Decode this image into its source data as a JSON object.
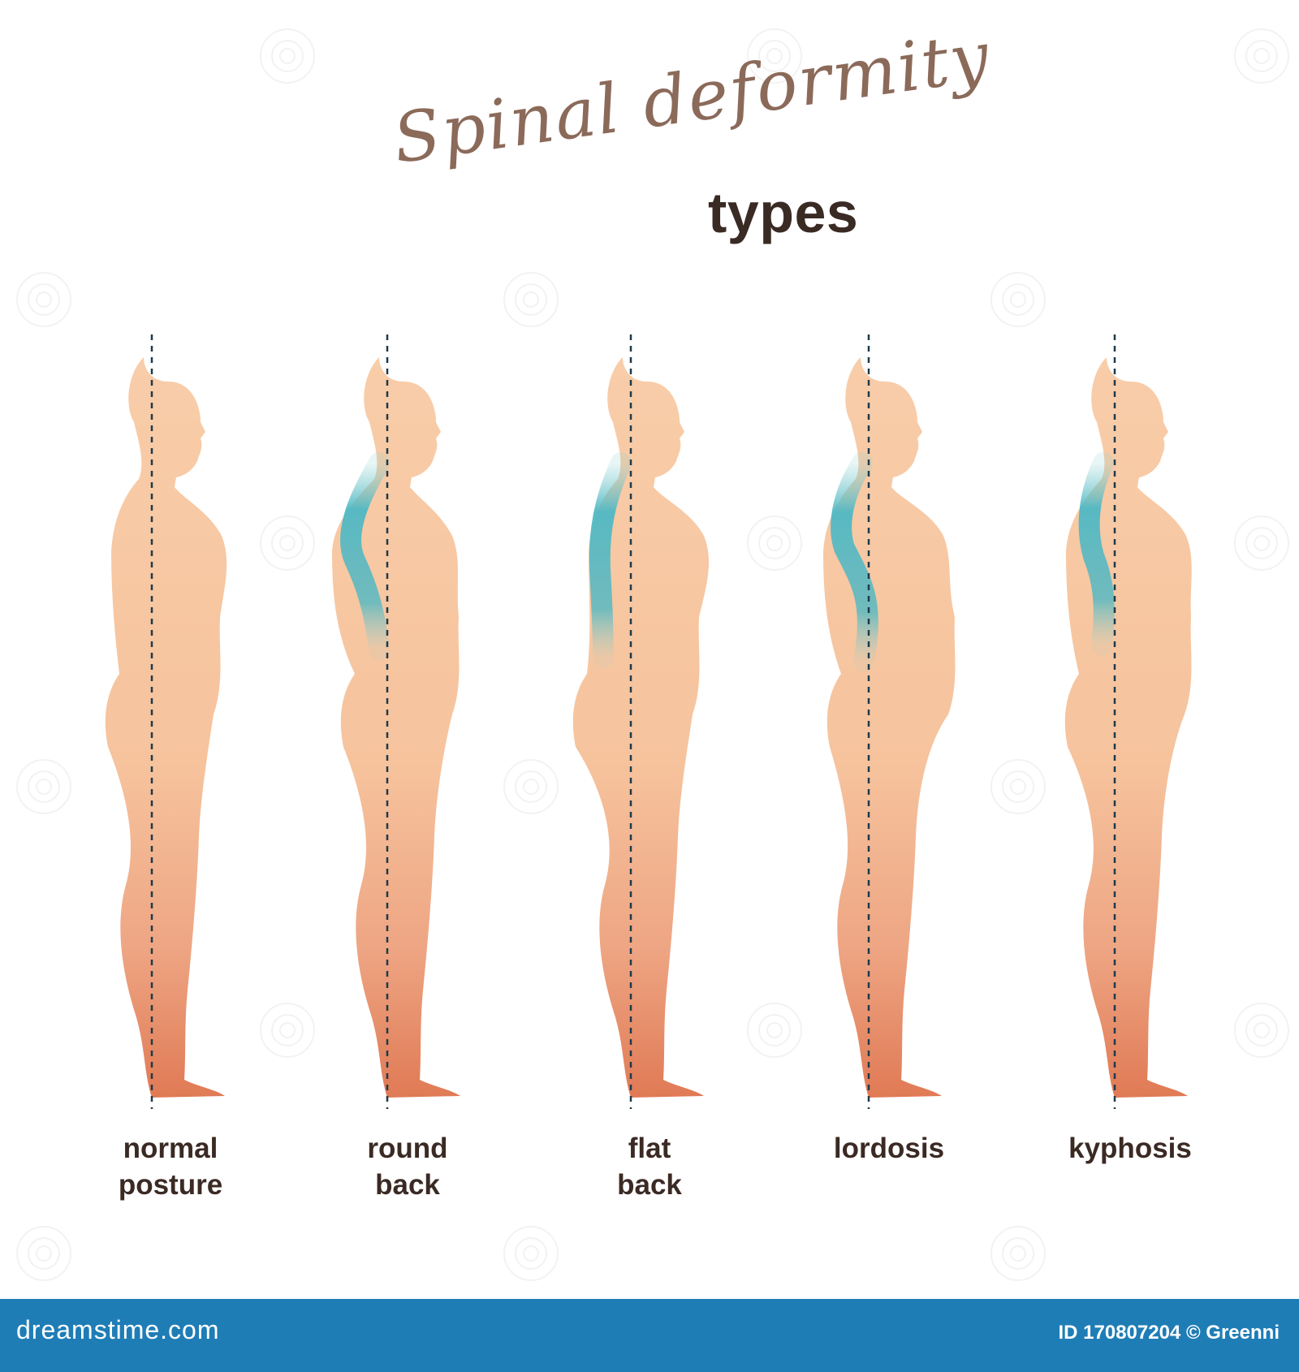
{
  "title": {
    "script_text": "Spinal deformity",
    "bold_text": "types"
  },
  "postures": [
    {
      "label_line1": "normal",
      "label_line2": "posture",
      "spine_curve": "none"
    },
    {
      "label_line1": "round",
      "label_line2": "back",
      "spine_curve": "round"
    },
    {
      "label_line1": "flat",
      "label_line2": "back",
      "spine_curve": "flat"
    },
    {
      "label_line1": "lordosis",
      "label_line2": "",
      "spine_curve": "lordosis"
    },
    {
      "label_line1": "kyphosis",
      "label_line2": "",
      "spine_curve": "kyphosis"
    }
  ],
  "colors": {
    "skin_light": "#f7c8a3",
    "skin_dark": "#e0805c",
    "spine": "#4fb8c4",
    "plumb_line": "#1f3a4a",
    "footer_bg": "#1f7db6"
  },
  "footer": {
    "brand": "dreamstime.com",
    "stock_id": "ID 170807204 © Greenni"
  }
}
